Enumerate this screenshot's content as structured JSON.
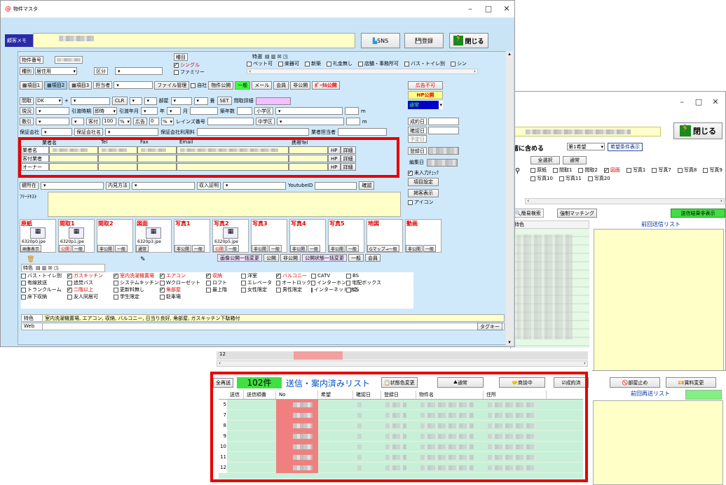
{
  "main": {
    "window_title": "物件マスタ",
    "memo_label": "顧客メモ",
    "sns_label": "SNS",
    "save_label": "登録",
    "close_label": "閉じる",
    "property_no_label": "物件番号",
    "kind_label": "種目",
    "kind_options": [
      "シングル",
      "ファミリー"
    ],
    "type_label": "種別",
    "type_value": "居住用",
    "district_label": "区分",
    "tokusen_label": "特選",
    "tokusen_items": [
      "ペット可",
      "楽器可",
      "新築",
      "礼金無し",
      "店舗・事務所可",
      "バス・トイレ別",
      "シン"
    ],
    "tabs": [
      "項目1",
      "項目2",
      "項目3"
    ],
    "tanto_label": "担当者",
    "file_mgmt": "ファイル管理",
    "jisha_label": "自社",
    "pub_label": "物件公開",
    "pub_buttons": [
      "一般",
      "メール",
      "会員",
      "非公開"
    ],
    "portal_pub": "ﾎﾟｰﾀﾙ公開",
    "ad_ng": "広告不可",
    "hp_pub": "HP公開",
    "status_value": "通常",
    "row1": [
      "間取",
      "DK",
      "CLR",
      "部屋",
      "畳",
      "SET",
      "間取詳細"
    ],
    "row2": [
      "現況",
      "引渡時期",
      "即時",
      "引渡年月",
      "年",
      "月",
      "築年数",
      "小学区",
      "m"
    ],
    "row3": [
      "敷引",
      "客付",
      "100",
      "%",
      "広告",
      "0",
      "%",
      "レインズ番号",
      "中学区",
      "m"
    ],
    "row4": [
      "保証会社",
      "保証会社名",
      "保証会社利用料",
      "業者担当者"
    ],
    "seiyaku": "成約日",
    "kakunin": "確認日",
    "yotei": "予定日",
    "toroku": "登録日",
    "henshu": "編集日",
    "agents": {
      "headers": [
        "業者名",
        "Tel",
        "Fax",
        "Email",
        "携帯Tel"
      ],
      "rows": [
        "業者名",
        "客付業者",
        "オーナー"
      ],
      "hp": "HP",
      "detail": "詳細"
    },
    "location_label": "鍵所在",
    "naiken_label": "内見方法",
    "shuunyuu": "収入証明",
    "youtube": "YoutubeID",
    "kakunin_btn": "確認",
    "free_text": "ﾌﾘｰﾃｷｽﾄ",
    "mitokei": "未入力ﾁｪｯｸ",
    "koumoku": "項目設定",
    "keisai": "掲客表示",
    "icon_label": "アイコン",
    "photos": [
      {
        "label": "原紙",
        "file": "6320p0.jpe",
        "btns": [
          "画像表示"
        ]
      },
      {
        "label": "間取1",
        "file": "6320p1.jpe",
        "btns": [
          "公開",
          "一般"
        ]
      },
      {
        "label": "間取2",
        "file": "",
        "btns": [
          "非公開",
          "一般"
        ]
      },
      {
        "label": "図面",
        "file": "6320p3.jpe",
        "btns": [
          "通常"
        ]
      },
      {
        "label": "写真1",
        "file": "",
        "btns": [
          "非公開",
          "一般"
        ]
      },
      {
        "label": "写真2",
        "file": "6320p5.jpe",
        "btns": [
          "公開",
          "一般"
        ]
      },
      {
        "label": "写真3",
        "file": "",
        "btns": [
          "非公開",
          "一般"
        ]
      },
      {
        "label": "写真4",
        "file": "",
        "btns": [
          "非公開",
          "一般"
        ]
      },
      {
        "label": "写真5",
        "file": "",
        "btns": [
          "非公開",
          "一般"
        ]
      },
      {
        "label": "地図",
        "file": "",
        "btns": [
          "Gマップ→一般"
        ]
      },
      {
        "label": "動画",
        "file": "",
        "btns": [
          "非公開",
          "一般"
        ]
      }
    ],
    "img_bulk": [
      "画像公開一括変更",
      "公開",
      "非公開",
      "公開状態一括変更",
      "一般",
      "会員"
    ],
    "feature_label": "特色",
    "features": [
      [
        [
          "バス・トイレ別",
          false
        ],
        [
          "ガスキッチン",
          true
        ],
        [
          "室内洗濯機置場",
          true
        ],
        [
          "エアコン",
          true
        ],
        [
          "収納",
          true
        ],
        [
          "洋室",
          false
        ],
        [
          "バルコニー",
          true
        ],
        [
          "CATV",
          false
        ],
        [
          "BS",
          false
        ]
      ],
      [
        [
          "有線放送",
          false
        ],
        [
          "追焚バス",
          false
        ],
        [
          "システムキッチン",
          false
        ],
        [
          "Wクローゼット",
          false
        ],
        [
          "ロフト",
          false
        ],
        [
          "エレベータ",
          false
        ],
        [
          "オートロック",
          false
        ],
        [
          "インターホン",
          false
        ],
        [
          "宅配ボックス",
          false
        ]
      ],
      [
        [
          "トランクルーム",
          false
        ],
        [
          "二階以上",
          true
        ],
        [
          "更新料無し",
          false
        ],
        [
          "角部屋",
          true
        ],
        [
          "最上階",
          false
        ],
        [
          "女性限定",
          false
        ],
        [
          "男性限定",
          false
        ],
        [
          "インターネット対応",
          false
        ],
        [
          "CS",
          false
        ]
      ],
      [
        [
          "床下収納",
          false
        ],
        [
          "友人同居可",
          false
        ],
        [
          "学生限定",
          false
        ],
        [
          "駐車場",
          false
        ]
      ]
    ],
    "feature_summary": "室内洗濯機置場, エアコン, 収納, バルコニー, 日当り良好, 角部屋, ガスキッチン下駄箱付",
    "web_label": "Web",
    "tag_key": "タグキー"
  },
  "right": {
    "close_label": "閉じる",
    "contain_label": "階に含める",
    "wish_select": "第1希望",
    "wish_btn": "希望条件表示",
    "select_all": "全選択",
    "normal": "通常",
    "checks": [
      [
        "原紙",
        false
      ],
      [
        "間取1",
        false
      ],
      [
        "間取2",
        false
      ],
      [
        "図面",
        true
      ],
      [
        "写真1",
        false
      ],
      [
        "写真7",
        false
      ],
      [
        "写真8",
        false
      ],
      [
        "写真9",
        false
      ],
      [
        "写真10",
        false
      ],
      [
        "写真11",
        false
      ],
      [
        "写真20",
        false
      ]
    ],
    "simple_search": "簡易検索",
    "forced_match": "強制マッチング",
    "result_hide": "送信結果非表示",
    "tokushoku": "特色",
    "prev_list": "前回送信リスト",
    "prev_resend": "前回再送リスト"
  },
  "list": {
    "resend": "全再送",
    "count": "102件",
    "title": "送信・案内済みリスト",
    "state_change": "状態色変更",
    "status_btns": [
      "通常",
      "商談中",
      "成約済",
      "部屋止め",
      "賃料変更"
    ],
    "columns": [
      "送信",
      "送信順番",
      "No",
      "希望",
      "確認日",
      "登録日",
      "物件名",
      "住所"
    ],
    "row_nums": [
      "5",
      "7",
      "8",
      "9",
      "10",
      "11",
      "12"
    ],
    "top_row": "12"
  },
  "colors": {
    "accent_red": "#e60000",
    "title_blue": "#0050c8",
    "pub_green": "#40ff40"
  }
}
